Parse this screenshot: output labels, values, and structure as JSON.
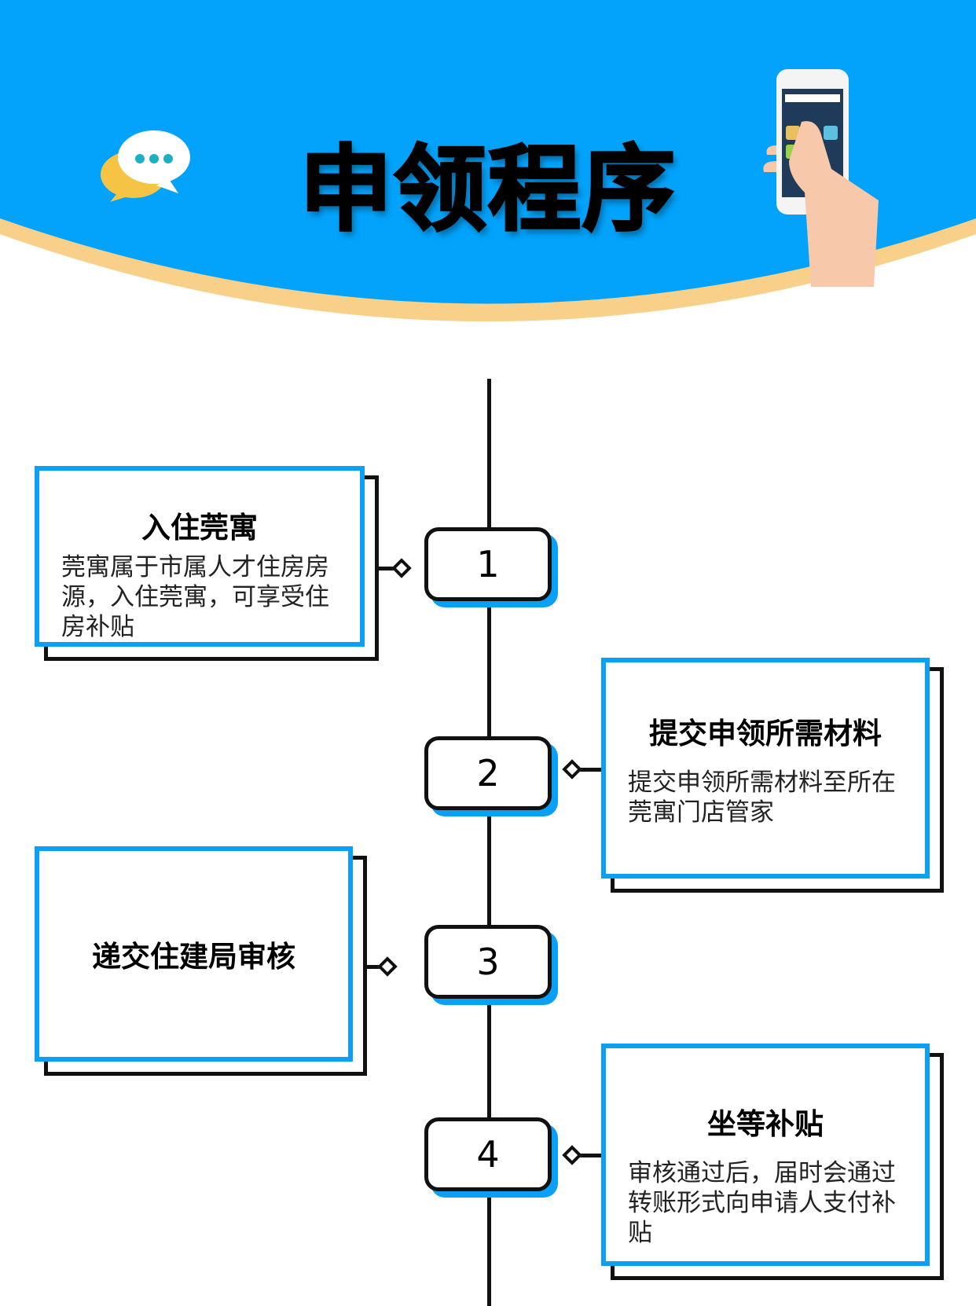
{
  "title": "申领程序",
  "colors": {
    "header_blue": "#03a3fb",
    "accent_border": "#0aa0f5",
    "curve_yellow": "#f9d08a"
  },
  "icons": [
    "chat-bubbles-icon",
    "hand-holding-phone-icon"
  ],
  "steps": [
    {
      "number": "1",
      "heading": "入住莞寓",
      "body": "莞寓属于市属人才住房房源，入住莞寓，可享受住房补贴"
    },
    {
      "number": "2",
      "heading": "提交申领所需材料",
      "body": "提交申领所需材料至所在莞寓门店管家"
    },
    {
      "number": "3",
      "heading": "递交住建局审核",
      "body": ""
    },
    {
      "number": "4",
      "heading": "坐等补贴",
      "body": "审核通过后，届时会通过转账形式向申请人支付补贴"
    }
  ]
}
